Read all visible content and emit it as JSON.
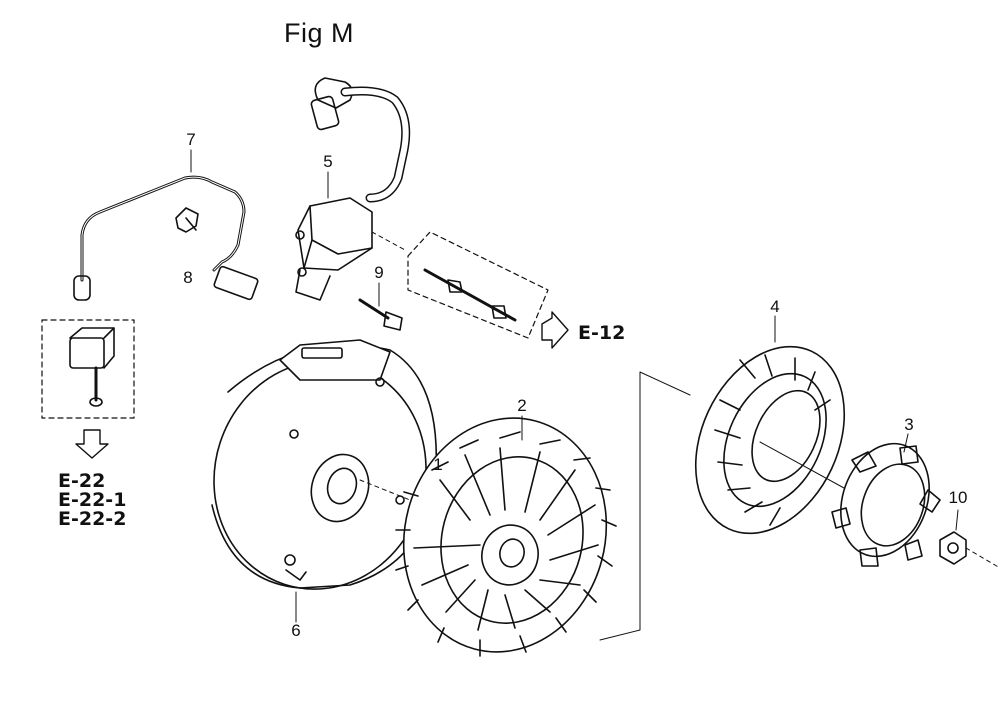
{
  "figure": {
    "title": "Fig M"
  },
  "callouts": [
    {
      "id": "1",
      "label": "1"
    },
    {
      "id": "2",
      "label": "2"
    },
    {
      "id": "3",
      "label": "3"
    },
    {
      "id": "4",
      "label": "4"
    },
    {
      "id": "5",
      "label": "5"
    },
    {
      "id": "6",
      "label": "6"
    },
    {
      "id": "7",
      "label": "7"
    },
    {
      "id": "8",
      "label": "8"
    },
    {
      "id": "9",
      "label": "9"
    },
    {
      "id": "10",
      "label": "10"
    }
  ],
  "references": {
    "ignition": "E-12",
    "sensor": [
      "E-22",
      "E-22-1",
      "E-22-2"
    ]
  },
  "colors": {
    "ink": "#111111",
    "background": "#ffffff"
  }
}
